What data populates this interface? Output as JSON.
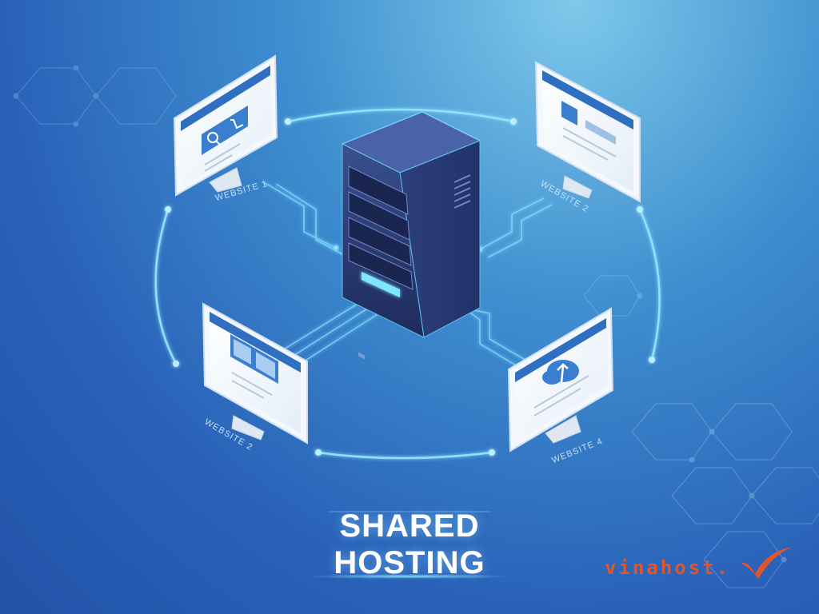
{
  "title": {
    "line1": "SHARED",
    "line2": "HOSTING"
  },
  "websites": [
    {
      "label": "WEBSITE 1",
      "screen_icon": "search-cart-icon"
    },
    {
      "label": "WEBSITE 2",
      "screen_icon": "shopping-bag-icon"
    },
    {
      "label": "WEBSITE 2",
      "screen_icon": "image-grid-icon"
    },
    {
      "label": "WEBSITE 4",
      "screen_icon": "cloud-upload-icon"
    }
  ],
  "brand": {
    "text": "vinahost.",
    "mark": "check-mark-icon"
  },
  "colors": {
    "background": "#2a62b8",
    "glow": "#8fe3ff",
    "server_body": "#2c3f7a",
    "brand": "#e2552a"
  }
}
